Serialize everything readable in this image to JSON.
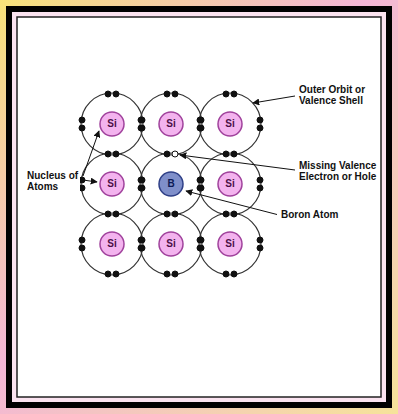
{
  "diagram": {
    "nodes": [
      {
        "text": [
          "Si"
        ]
      },
      {
        "text": [
          "Si"
        ]
      },
      {
        "text": [
          "Si"
        ]
      },
      {
        "text": [
          "Si"
        ]
      },
      {
        "text": [
          "B"
        ]
      },
      {
        "text": [
          "Si"
        ]
      },
      {
        "text": [
          "Si"
        ]
      },
      {
        "text": [
          "Si"
        ]
      },
      {
        "text": [
          "Si"
        ]
      }
    ],
    "labels": [
      "Outer Orbit or Valence Shell",
      "Nucleus of Atoms",
      "Missing Valence Electron or Hole",
      "Boron Atom"
    ]
  }
}
